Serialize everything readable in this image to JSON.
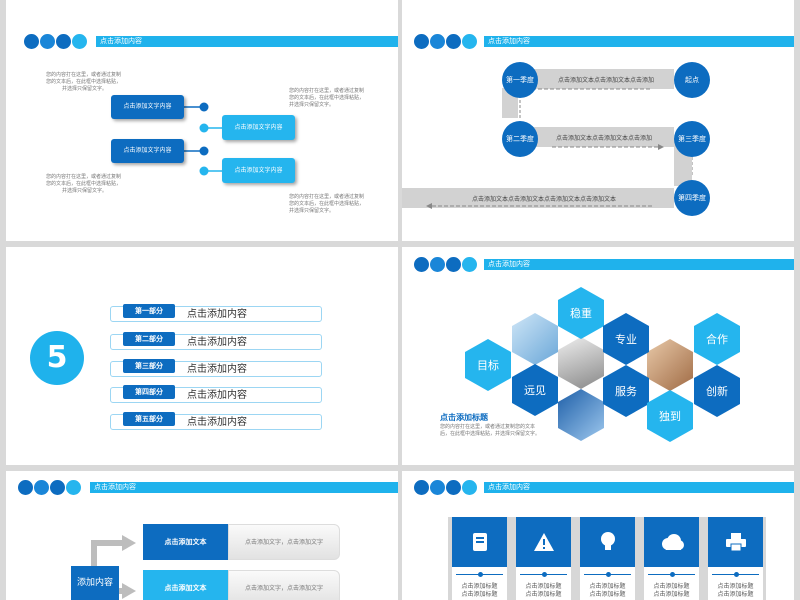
{
  "colors": {
    "dark_blue": "#0d6cc0",
    "mid_blue": "#1a86d8",
    "light_blue": "#25b5ee",
    "gray": "#d2d2d2"
  },
  "header": {
    "title": "点击添加内容"
  },
  "slide1": {
    "text_block": [
      "您的内容打在这里，或者通过复制",
      "您的文本后，在此框中选择粘贴，",
      "并选择只保留文字。"
    ],
    "dark_box": "点击添加文字内容",
    "light_box": "点击添加文字内容"
  },
  "slide2": {
    "start": "起点",
    "q1": "第一季度",
    "q2": "第二季度",
    "q3": "第三季度",
    "q4": "第四季度",
    "band1": "点击添加文本点击添加文本点击添加",
    "band2": "点击添加文本点击添加文本点击添加",
    "band3": "点击添加文本点击添加文本点击添加文本点击添加文本"
  },
  "slide3": {
    "number": "5",
    "parts": [
      {
        "label": "第一部分",
        "text": "点击添加内容"
      },
      {
        "label": "第二部分",
        "text": "点击添加内容"
      },
      {
        "label": "第三部分",
        "text": "点击添加内容"
      },
      {
        "label": "第四部分",
        "text": "点击添加内容"
      },
      {
        "label": "第五部分",
        "text": "点击添加内容"
      }
    ]
  },
  "slide4": {
    "hexes": [
      "稳重",
      "专业",
      "合作",
      "目标",
      "远见",
      "服务",
      "创新",
      "独到"
    ],
    "caption_title": "点击添加标题",
    "caption_lines": [
      "您的内容打在这里，或者通过复制您的文本",
      "后，在此框中选择粘贴，并选择只保留文字。"
    ]
  },
  "slide5": {
    "left_box": "添加内容",
    "box1_title": "点击添加文本",
    "box1_text": "点击添加文字，点击添加文字",
    "box2_title": "点击添加文本",
    "box2_text": "点击添加文字，点击添加文字"
  },
  "slide6": {
    "cards": [
      {
        "icon": "book-icon",
        "line1": "点击添加标题",
        "line2": "点击添加标题"
      },
      {
        "icon": "warning-icon",
        "line1": "点击添加标题",
        "line2": "点击添加标题"
      },
      {
        "icon": "lightbulb-icon",
        "line1": "点击添加标题",
        "line2": "点击添加标题"
      },
      {
        "icon": "cloud-icon",
        "line1": "点击添加标题",
        "line2": "点击添加标题"
      },
      {
        "icon": "printer-icon",
        "line1": "点击添加标题",
        "line2": "点击添加标题"
      }
    ]
  }
}
